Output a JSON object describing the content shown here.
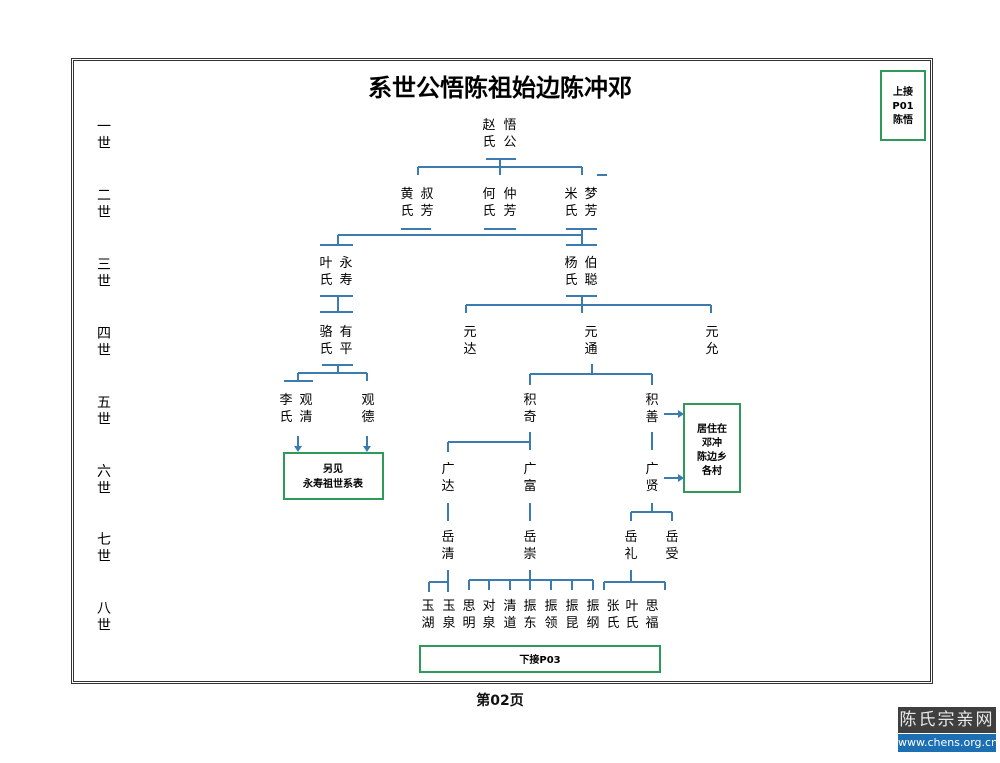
{
  "title": "邓冲陈边始祖陈悟公世系",
  "prev_link": {
    "line1": "上接",
    "line2": "P01",
    "line3": "陈悟"
  },
  "next_link": "下接P03",
  "see_also": {
    "line1": "另见",
    "line2": "永寿祖世系表"
  },
  "residence": {
    "line1": "居住在",
    "line2": "邓冲",
    "line3": "陈边乡",
    "line4": "各村"
  },
  "page_number": "第02页",
  "generations": [
    {
      "c1": "一",
      "c2": "世"
    },
    {
      "c1": "二",
      "c2": "世"
    },
    {
      "c1": "三",
      "c2": "世"
    },
    {
      "c1": "四",
      "c2": "世"
    },
    {
      "c1": "五",
      "c2": "世"
    },
    {
      "c1": "六",
      "c2": "世"
    },
    {
      "c1": "七",
      "c2": "世"
    },
    {
      "c1": "八",
      "c2": "世"
    }
  ],
  "people": {
    "wu": {
      "name": "悟公",
      "spouse": "赵氏"
    },
    "shufang": {
      "name": "叔芳",
      "spouse": "黄氏"
    },
    "zhongfang": {
      "name": "仲芳",
      "spouse": "何氏"
    },
    "mengfang": {
      "name": "梦芳",
      "spouse": "米氏"
    },
    "yongshou": {
      "name": "永寿",
      "spouse": "叶氏"
    },
    "bocong": {
      "name": "伯聪",
      "spouse": "杨氏"
    },
    "youping": {
      "name": "有平",
      "spouse": "骆氏"
    },
    "yuanda": {
      "name": "元达"
    },
    "yuantong": {
      "name": "元通"
    },
    "yuanyun": {
      "name": "元允"
    },
    "guanqing": {
      "name": "观清",
      "spouse": "李氏"
    },
    "guande": {
      "name": "观德"
    },
    "jiqi": {
      "name": "积奇"
    },
    "jishan": {
      "name": "积善"
    },
    "guangda": {
      "name": "广达"
    },
    "guangfu": {
      "name": "广富"
    },
    "guangxian": {
      "name": "广贤"
    },
    "yueqing": {
      "name": "岳清"
    },
    "yuechong": {
      "name": "岳崇"
    },
    "yueli": {
      "name": "岳礼"
    },
    "yueshou": {
      "name": "岳受"
    },
    "g8": [
      {
        "name": "玉湖"
      },
      {
        "name": "玉泉"
      },
      {
        "name": "思明"
      },
      {
        "name": "对泉"
      },
      {
        "name": "清道"
      },
      {
        "name": "振东"
      },
      {
        "name": "振领"
      },
      {
        "name": "振昆"
      },
      {
        "name": "振纲"
      },
      {
        "name": "张氏"
      },
      {
        "name": "叶氏"
      },
      {
        "name": "思福"
      }
    ]
  },
  "colors": {
    "line": "#3b7bb0",
    "box": "#2e9a5a",
    "text": "#111111"
  }
}
